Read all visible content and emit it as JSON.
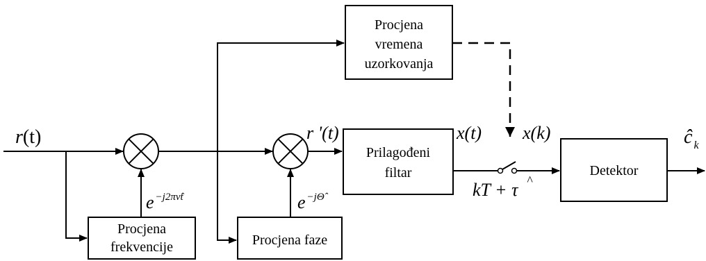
{
  "blocks": {
    "timing": [
      "Procjena",
      "vremena",
      "uzorkovanja"
    ],
    "matched_filter": [
      "Prilagođeni",
      "filtar"
    ],
    "detector": "Detektor",
    "freq_est": [
      "Procjena",
      "frekvencije"
    ],
    "phase_est": "Procjena faze"
  },
  "signals": {
    "input_r": "r",
    "input_t": "(t)",
    "r_prime": "r '(t)",
    "x_t": "x(t)",
    "x_k": "x(k)",
    "sample_time_kT": "kT + ",
    "sample_time_tau": "τ",
    "freq_exp_base": "e",
    "freq_exp_power": "−j2πν̂t",
    "phase_exp_base": "e",
    "phase_exp_power": "−jΘ̂",
    "output_c": "ĉ",
    "output_sub": "k"
  }
}
